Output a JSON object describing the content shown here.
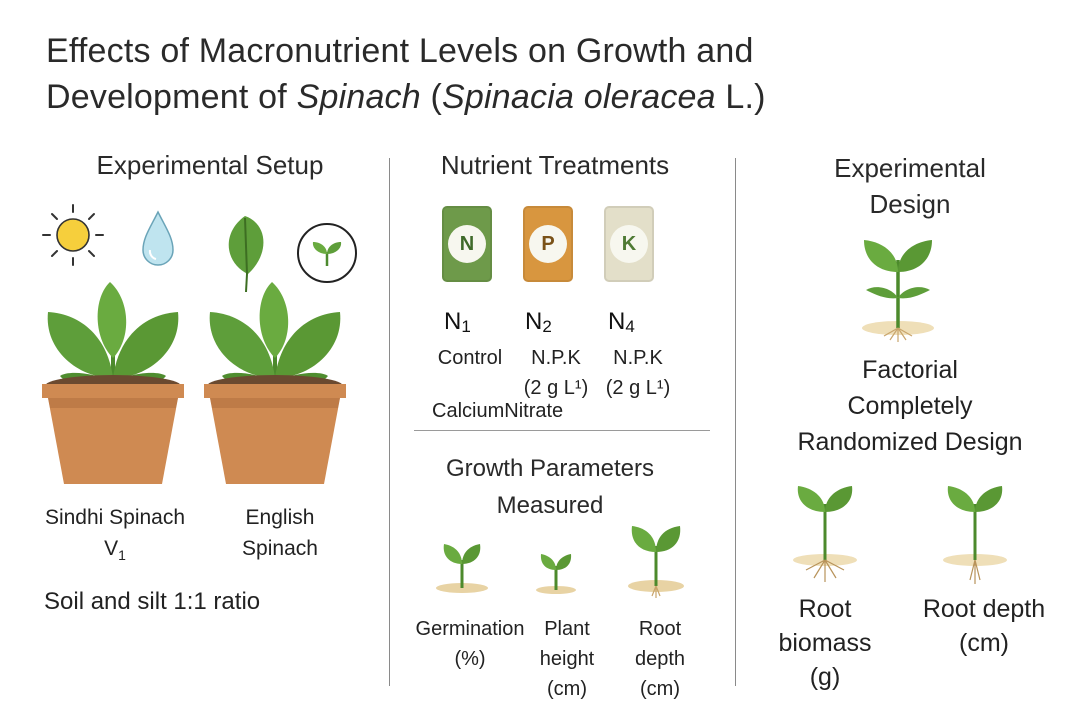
{
  "title": {
    "line1": "Effects of Macronutrient Levels on Growth and",
    "line2_prefix": "Development of ",
    "line2_italic1": "Spinach",
    "line2_mid": " (",
    "line2_italic2": "Spinacia oleracea",
    "line2_suffix": " L.)"
  },
  "setup": {
    "heading": "Experimental Setup",
    "icons": [
      "sun-icon",
      "water-drop-icon",
      "leaf-icon",
      "seedling-circle-icon"
    ],
    "varieties": [
      {
        "name": "Sindhi Spinach",
        "code": "V",
        "code_sub": "1"
      },
      {
        "name_line1": "English",
        "name_line2": "Spinach"
      }
    ],
    "soil": "Soil and silt 1:1 ratio"
  },
  "treatments": {
    "heading": "Nutrient Treatments",
    "badges": [
      {
        "letter": "N",
        "color": "#6e9a4a",
        "text_color": "#3f6a2a"
      },
      {
        "letter": "P",
        "color": "#d8963f",
        "text_color": "#7a5218"
      },
      {
        "letter": "K",
        "color": "#e3dfc9",
        "text_color": "#4f7a34"
      }
    ],
    "levels": [
      {
        "label": "N",
        "sub": "1",
        "desc1": "Control"
      },
      {
        "label": "N",
        "sub": "2",
        "desc1": "N.P.K",
        "desc2": "(2 g L¹)"
      },
      {
        "label": "N",
        "sub": "4",
        "desc1": "N.P.K",
        "desc2": "(2 g L¹)"
      }
    ],
    "extra1": "Calcium",
    "extra2": "Nitrate"
  },
  "growth": {
    "heading_line1": "Growth Parameters",
    "heading_line2": "Measured",
    "params": [
      {
        "line1": "Germination",
        "line2": "(%)"
      },
      {
        "line1": "Plant",
        "line2": "height",
        "line3": "(cm)"
      },
      {
        "line1": "Root",
        "line2": "depth",
        "line3": "(cm)"
      }
    ]
  },
  "design": {
    "heading_line1": "Experimental",
    "heading_line2": "Design",
    "type_line1": "Factorial",
    "type_line2": "Completely",
    "type_line3": "Randomized Design",
    "measures": [
      {
        "line1": "Root",
        "line2": "biomass",
        "line3": "(g)"
      },
      {
        "line1": "Root depth",
        "line2": "(cm)"
      }
    ]
  },
  "colors": {
    "leaf": "#5e9e3a",
    "leaf_light": "#8cc45a",
    "pot": "#cf8a52",
    "pot_dark": "#a9693a",
    "soil": "#6b4a30",
    "sun": "#f6cf3c",
    "water": "#bfe4ef"
  }
}
